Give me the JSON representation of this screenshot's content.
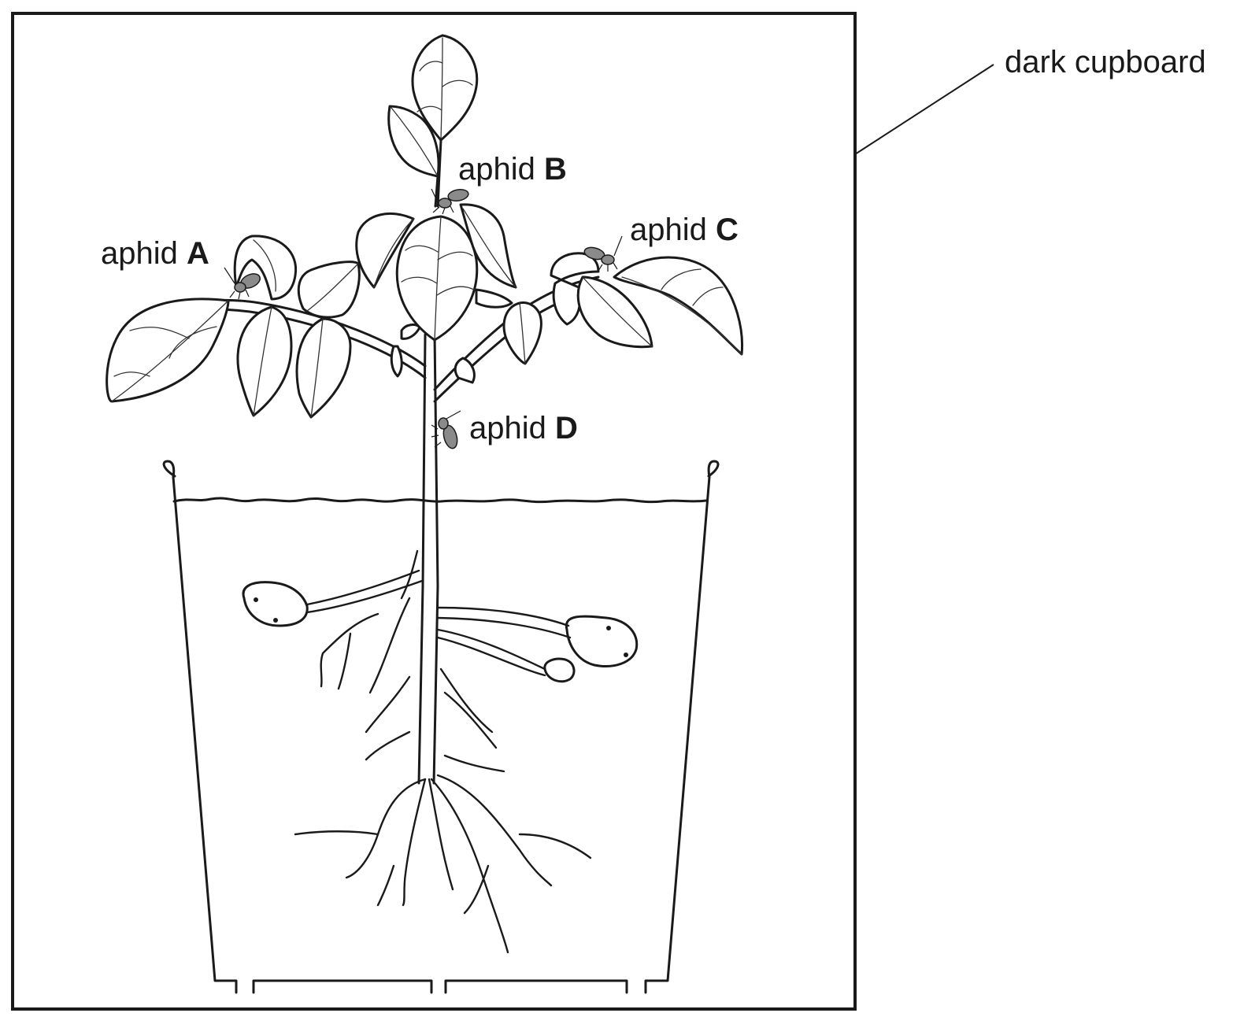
{
  "labels": {
    "cupboard": "dark cupboard",
    "aphid_word": "aphid",
    "aphid_a": "A",
    "aphid_b": "B",
    "aphid_c": "C",
    "aphid_d": "D"
  },
  "colors": {
    "ink": "#1a1a1a",
    "aphid": "#8a8a8a",
    "background": "#ffffff"
  }
}
